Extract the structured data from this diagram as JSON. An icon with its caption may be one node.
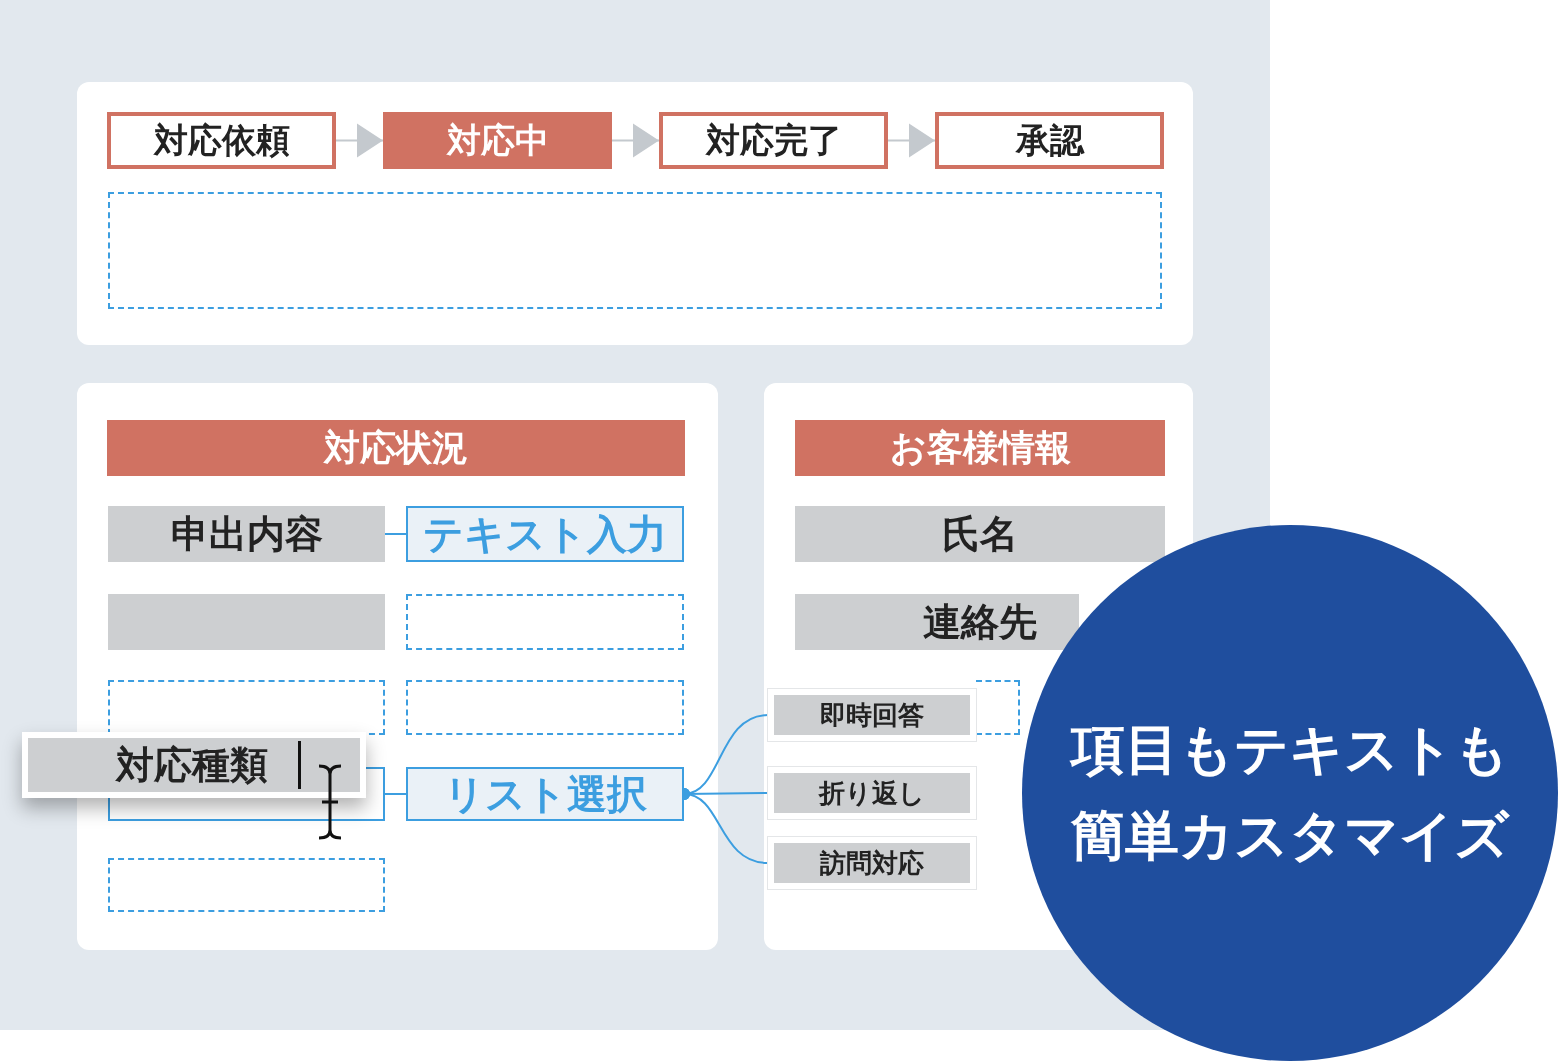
{
  "diagram": {
    "nodes": [
      {
        "text": [
          "対応依頼"
        ]
      },
      {
        "text": [
          "対応中"
        ]
      },
      {
        "text": [
          "対応完了"
        ]
      },
      {
        "text": [
          "承認"
        ]
      },
      {
        "text": [],
        "shape": "box"
      },
      {
        "text": [
          "対応状況"
        ]
      },
      {
        "text": [
          "申出内容"
        ]
      },
      {
        "text": [
          "テキスト入力"
        ]
      },
      {
        "text": [],
        "shape": "box"
      },
      {
        "text": [],
        "shape": "box"
      },
      {
        "text": [],
        "shape": "box"
      },
      {
        "text": [],
        "shape": "box"
      },
      {
        "text": [
          "対応種類"
        ]
      },
      {
        "text": [],
        "shape": "box"
      },
      {
        "text": [
          "リスト選択"
        ]
      },
      {
        "text": [],
        "shape": "box"
      },
      {
        "text": [
          "お客様情報"
        ]
      },
      {
        "text": [
          "氏名"
        ]
      },
      {
        "text": [
          "連絡先"
        ]
      },
      {
        "text": [],
        "shape": "box"
      },
      {
        "text": [
          "即時回答"
        ]
      },
      {
        "text": [
          "折り返し"
        ]
      },
      {
        "text": [
          "訪問対応"
        ]
      },
      {
        "text": [
          "項目もテキストも簡単カスタマイズ"
        ]
      }
    ],
    "edges": [
      {
        "from": 0,
        "to": 1,
        "arrow": "to",
        "color": "#c4c9ce"
      },
      {
        "from": 1,
        "to": 2,
        "arrow": "to",
        "color": "#c4c9ce"
      },
      {
        "from": 2,
        "to": 3,
        "arrow": "to",
        "color": "#c4c9ce"
      },
      {
        "from": 6,
        "to": 7,
        "arrow": "none"
      },
      {
        "from": 13,
        "to": 14,
        "arrow": "none"
      },
      {
        "from": 14,
        "to": 20,
        "arrow": "other"
      },
      {
        "from": 14,
        "to": 21,
        "arrow": "other"
      },
      {
        "from": 14,
        "to": 22,
        "arrow": "other"
      }
    ]
  }
}
